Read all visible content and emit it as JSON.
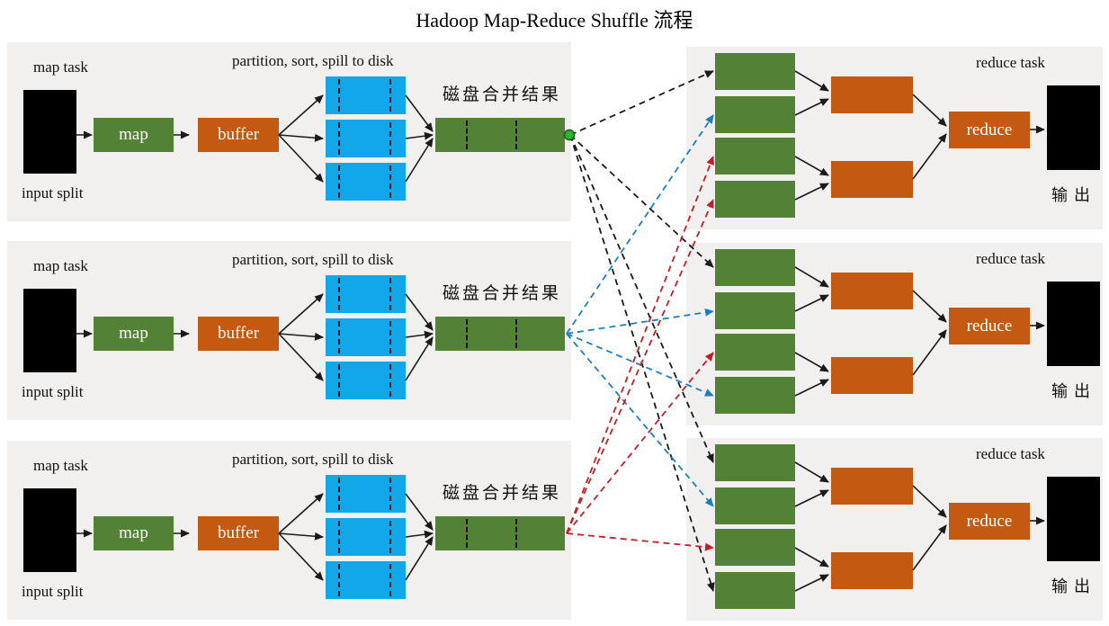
{
  "title": "Hadoop Map-Reduce Shuffle 流程",
  "map_panel": {
    "task_label": "map task",
    "input_label": "input split",
    "spill_label": "partition, sort, spill to disk",
    "map_box": "map",
    "buffer_box": "buffer",
    "merge_label": "磁盘合并结果"
  },
  "reduce_panel": {
    "task_label": "reduce task",
    "reduce_box": "reduce",
    "output_label": "输出"
  },
  "colors": {
    "black": "#1a1a1a",
    "blue": "#1d7dc4",
    "red": "#bf2026",
    "green_box": "#538135",
    "orange_box": "#C45911",
    "spill_blue": "#12a7e9",
    "panel_bg": "#f1f0ef",
    "dot_fill": "#2db62c",
    "dot_stroke": "#135c18"
  },
  "shuffle": {
    "edges": [
      {
        "map": 1,
        "reduce": 1,
        "slot": 1,
        "color": "black"
      },
      {
        "map": 1,
        "reduce": 2,
        "slot": 1,
        "color": "black"
      },
      {
        "map": 1,
        "reduce": 3,
        "slot": 1,
        "color": "black"
      },
      {
        "map": 1,
        "reduce": 3,
        "slot": 4,
        "color": "black"
      },
      {
        "map": 2,
        "reduce": 1,
        "slot": 2,
        "color": "blue"
      },
      {
        "map": 2,
        "reduce": 2,
        "slot": 2,
        "color": "blue"
      },
      {
        "map": 2,
        "reduce": 2,
        "slot": 4,
        "color": "blue"
      },
      {
        "map": 2,
        "reduce": 3,
        "slot": 2,
        "color": "blue"
      },
      {
        "map": 3,
        "reduce": 1,
        "slot": 3,
        "color": "red"
      },
      {
        "map": 3,
        "reduce": 1,
        "slot": 4,
        "color": "red"
      },
      {
        "map": 3,
        "reduce": 2,
        "slot": 3,
        "color": "red"
      },
      {
        "map": 3,
        "reduce": 3,
        "slot": 3,
        "color": "red"
      }
    ]
  }
}
